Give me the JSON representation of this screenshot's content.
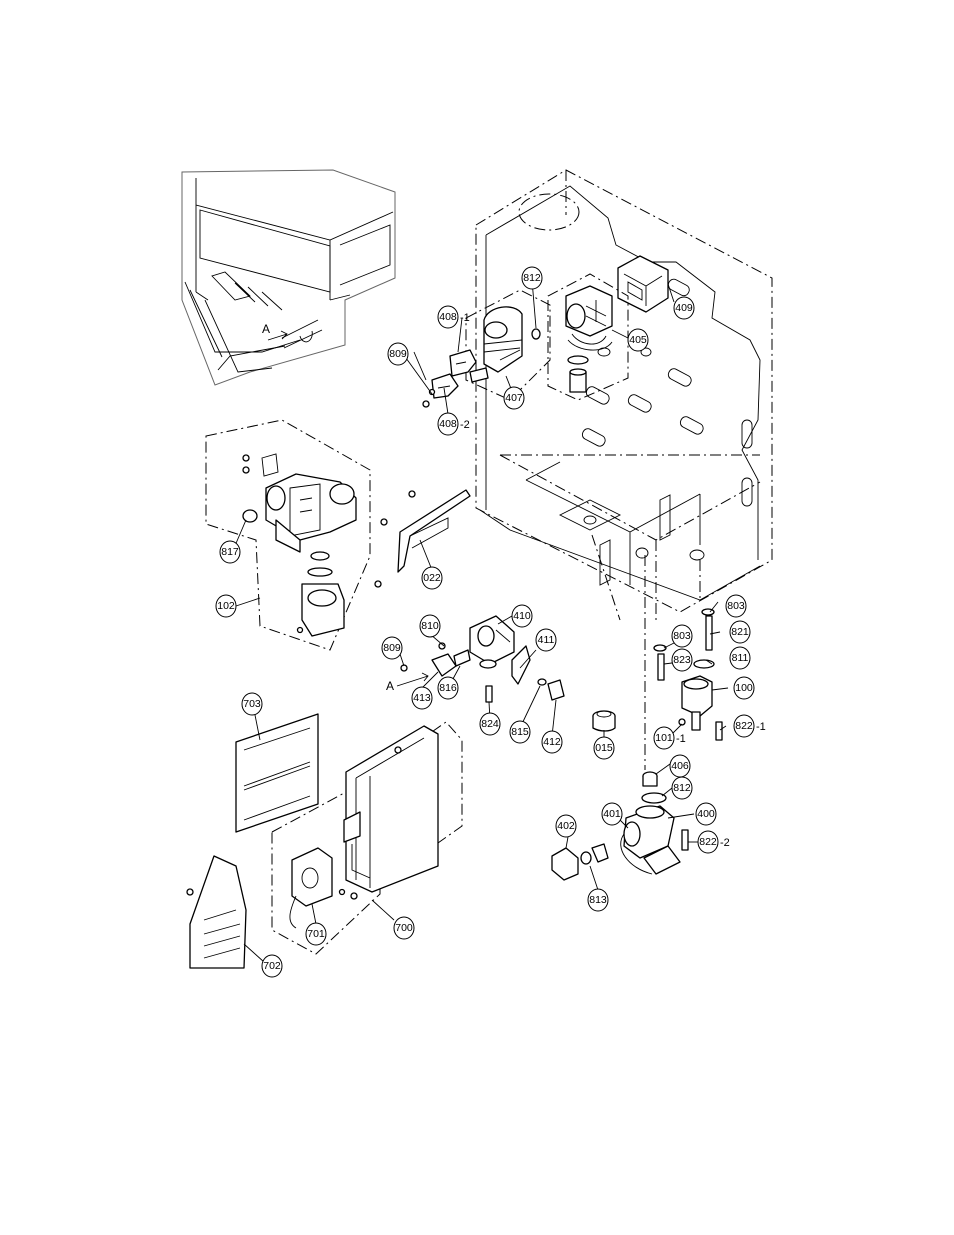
{
  "diagram": {
    "view_label": "A",
    "callouts": {
      "c812a": "812",
      "c409": "409",
      "c408_1": "408",
      "c809a": "809",
      "c405": "405",
      "c407": "407",
      "c408_2": "408",
      "c817": "817",
      "c022": "022",
      "c102": "102",
      "c810": "810",
      "c410": "410",
      "c803a": "803",
      "c821": "821",
      "c411": "411",
      "c809b": "809",
      "c803b": "803",
      "c823": "823",
      "c811": "811",
      "c100": "100",
      "c413": "413",
      "c816": "816",
      "c824": "824",
      "c815": "815",
      "c412": "412",
      "c015": "015",
      "c101_1": "101",
      "c822_1": "822",
      "c703": "703",
      "c406": "406",
      "c812b": "812",
      "c401": "401",
      "c400": "400",
      "c402": "402",
      "c822_2": "822",
      "c813": "813",
      "c701": "701",
      "c700": "700",
      "c702": "702"
    },
    "suffixes": {
      "s408_1": "-1",
      "s408_2": "-2",
      "s101_1": "-1",
      "s822_1": "-1",
      "s822_2": "-2"
    }
  }
}
